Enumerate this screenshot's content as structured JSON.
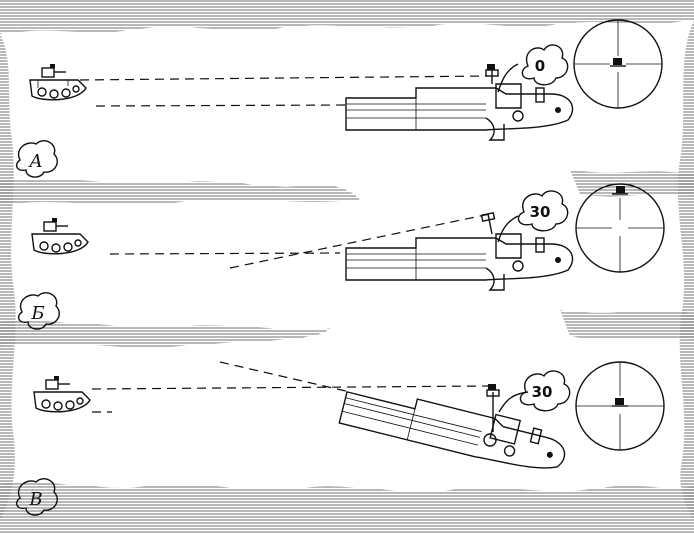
{
  "panels": [
    {
      "label": "А",
      "angle_setting": "0"
    },
    {
      "label": "Б",
      "angle_setting": "30"
    },
    {
      "label": "В",
      "angle_setting": "30"
    }
  ]
}
